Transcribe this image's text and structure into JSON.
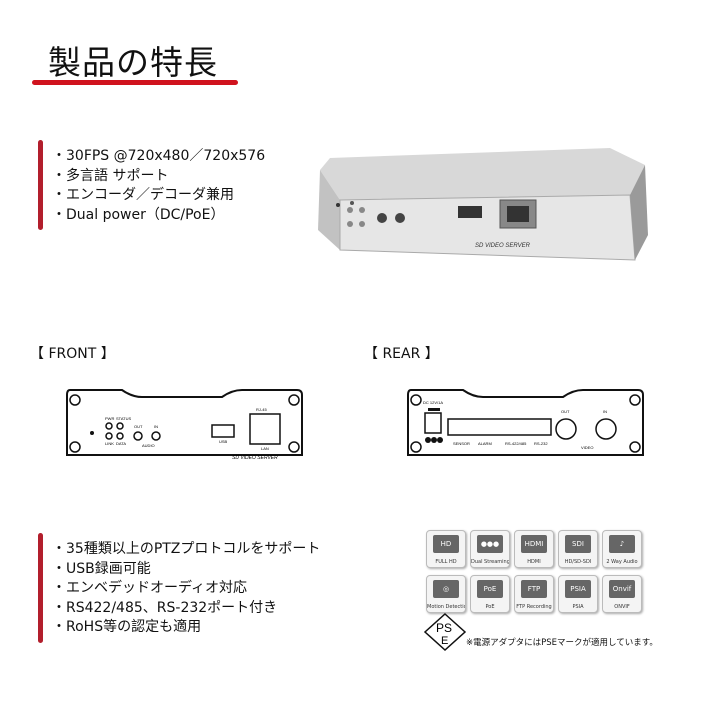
{
  "title": "製品の特長",
  "features_1": [
    "30FPS @720x480／720x576",
    "多言語 サポート",
    "エンコーダ／デコーダ兼用",
    "Dual power（DC/PoE）"
  ],
  "front_label": "【 FRONT 】",
  "rear_label": "【 REAR 】",
  "front_panel": {
    "pwr": "PWR",
    "status": "STATUS",
    "link": "LINK",
    "data": "DATA",
    "out": "OUT",
    "in": "IN",
    "audio": "AUDIO",
    "usb": "USB",
    "lan": "LAN",
    "rj45": "RJ-45",
    "brand": "SD VIDEO SERVER"
  },
  "rear_panel": {
    "dc": "DC 12V/1A",
    "sensor": "SENSOR",
    "alarm": "ALARM",
    "rs422": "RS-422/485",
    "rs232": "RS-232",
    "out": "OUT",
    "in": "IN",
    "video": "VIDEO"
  },
  "features_2": [
    "35種類以上のPTZプロトコルをサポート",
    "USB録画可能",
    "エンベデッドオーディオ対応",
    "RS422/485、RS-232ポート付き",
    "RoHS等の認定も適用"
  ],
  "icons": [
    {
      "label": "FULL HD",
      "glyph": "HD"
    },
    {
      "label": "Dual Streaming",
      "glyph": "●●●"
    },
    {
      "label": "HDMI",
      "glyph": "HDMI"
    },
    {
      "label": "HD/SD-SDI",
      "glyph": "SDI"
    },
    {
      "label": "2 Way Audio",
      "glyph": "♪"
    },
    {
      "label": "Motion Detection",
      "glyph": "◎"
    },
    {
      "label": "PoE",
      "glyph": "PoE"
    },
    {
      "label": "FTP Recording",
      "glyph": "FTP"
    },
    {
      "label": "PSIA",
      "glyph": "PSIA"
    },
    {
      "label": "ONVIF",
      "glyph": "Onvif"
    }
  ],
  "pse": {
    "mark": "PSE",
    "note": "※電源アダプタにはPSEマークが適用しています。"
  }
}
